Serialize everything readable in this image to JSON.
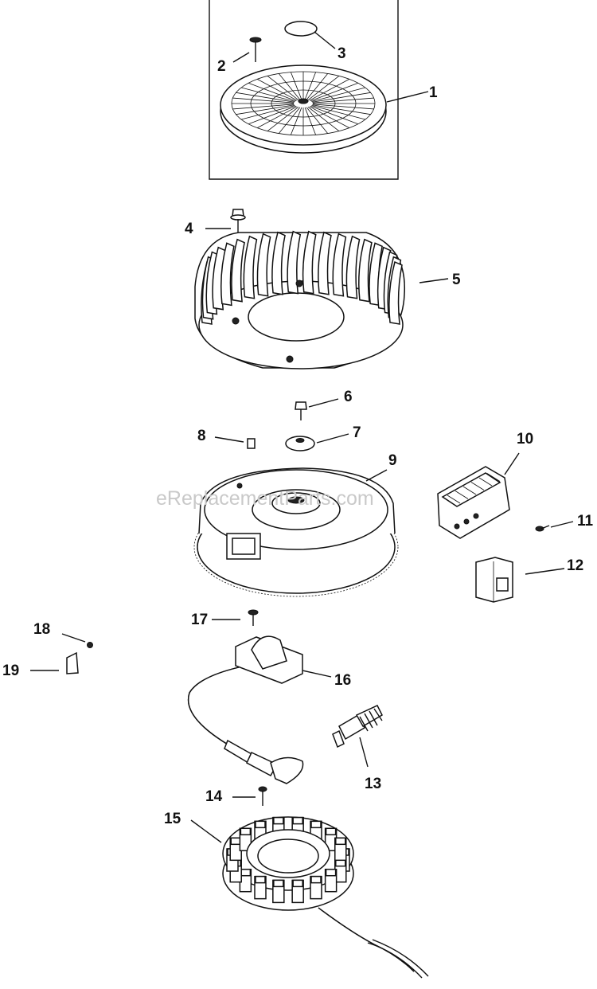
{
  "watermark": "eReplacementParts.com",
  "callouts": [
    {
      "id": "c1",
      "label": "1"
    },
    {
      "id": "c2",
      "label": "2"
    },
    {
      "id": "c3",
      "label": "3"
    },
    {
      "id": "c4",
      "label": "4"
    },
    {
      "id": "c5",
      "label": "5"
    },
    {
      "id": "c6",
      "label": "6"
    },
    {
      "id": "c7",
      "label": "7"
    },
    {
      "id": "c8",
      "label": "8"
    },
    {
      "id": "c9",
      "label": "9"
    },
    {
      "id": "c10",
      "label": "10"
    },
    {
      "id": "c11",
      "label": "11"
    },
    {
      "id": "c12",
      "label": "12"
    },
    {
      "id": "c13",
      "label": "13"
    },
    {
      "id": "c14",
      "label": "14"
    },
    {
      "id": "c15",
      "label": "15"
    },
    {
      "id": "c16",
      "label": "16"
    },
    {
      "id": "c17",
      "label": "17"
    },
    {
      "id": "c18",
      "label": "18"
    },
    {
      "id": "c19",
      "label": "19"
    }
  ]
}
